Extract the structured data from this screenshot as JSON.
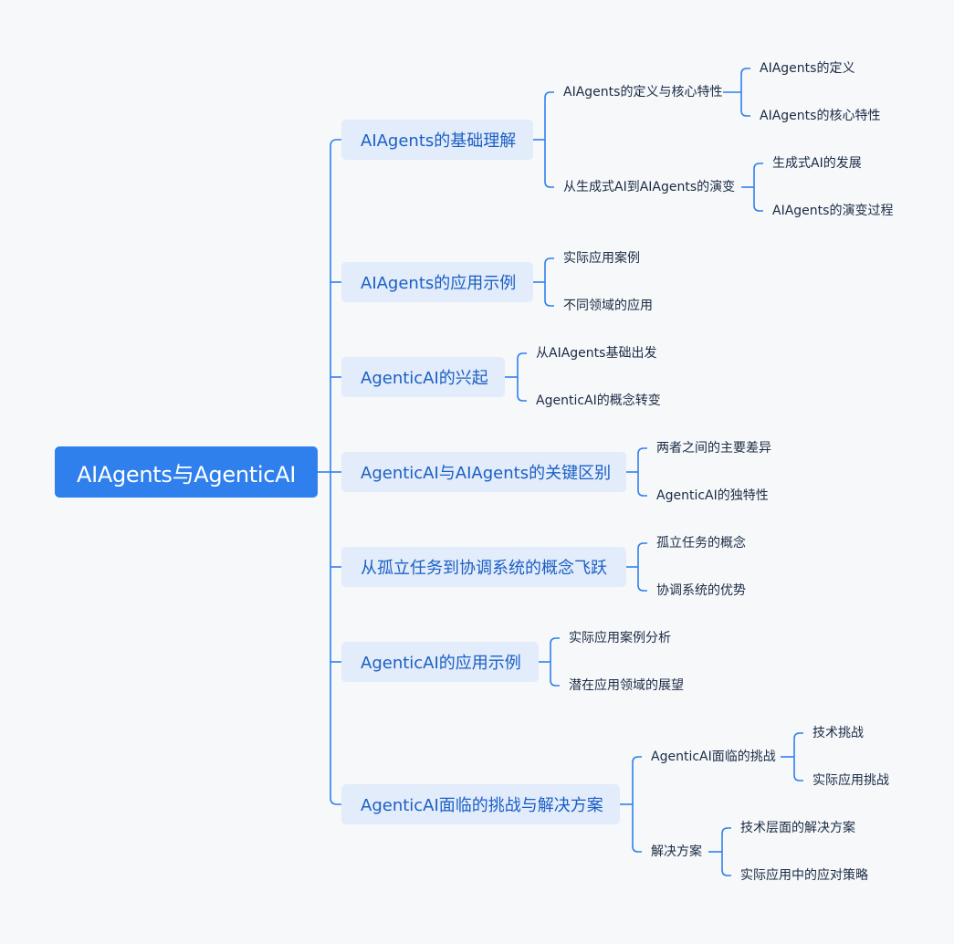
{
  "root": {
    "label": "AIAgents与AgenticAI"
  },
  "branches": [
    {
      "label": "AIAgents的基础理解",
      "children": [
        {
          "label": "AIAgents的定义与核心特性",
          "children": [
            {
              "label": "AIAgents的定义"
            },
            {
              "label": "AIAgents的核心特性"
            }
          ]
        },
        {
          "label": "从生成式AI到AIAgents的演变",
          "children": [
            {
              "label": "生成式AI的发展"
            },
            {
              "label": "AIAgents的演变过程"
            }
          ]
        }
      ]
    },
    {
      "label": "AIAgents的应用示例",
      "children": [
        {
          "label": "实际应用案例"
        },
        {
          "label": "不同领域的应用"
        }
      ]
    },
    {
      "label": "AgenticAI的兴起",
      "children": [
        {
          "label": "从AIAgents基础出发"
        },
        {
          "label": "AgenticAI的概念转变"
        }
      ]
    },
    {
      "label": "AgenticAI与AIAgents的关键区别",
      "children": [
        {
          "label": "两者之间的主要差异"
        },
        {
          "label": "AgenticAI的独特性"
        }
      ]
    },
    {
      "label": "从孤立任务到协调系统的概念飞跃",
      "children": [
        {
          "label": "孤立任务的概念"
        },
        {
          "label": "协调系统的优势"
        }
      ]
    },
    {
      "label": "AgenticAI的应用示例",
      "children": [
        {
          "label": "实际应用案例分析"
        },
        {
          "label": "潜在应用领域的展望"
        }
      ]
    },
    {
      "label": "AgenticAI面临的挑战与解决方案",
      "children": [
        {
          "label": "AgenticAI面临的挑战",
          "children": [
            {
              "label": "技术挑战"
            },
            {
              "label": "实际应用挑战"
            }
          ]
        },
        {
          "label": "解决方案",
          "children": [
            {
              "label": "技术层面的解决方案"
            },
            {
              "label": "实际应用中的应对策略"
            }
          ]
        }
      ]
    }
  ],
  "colors": {
    "root_bg": "#2f80ed",
    "branch_bg": "#e2ecfb",
    "branch_text": "#1b5fc4",
    "connector": "#2f80ed",
    "leaf_text": "#1a2b44"
  }
}
